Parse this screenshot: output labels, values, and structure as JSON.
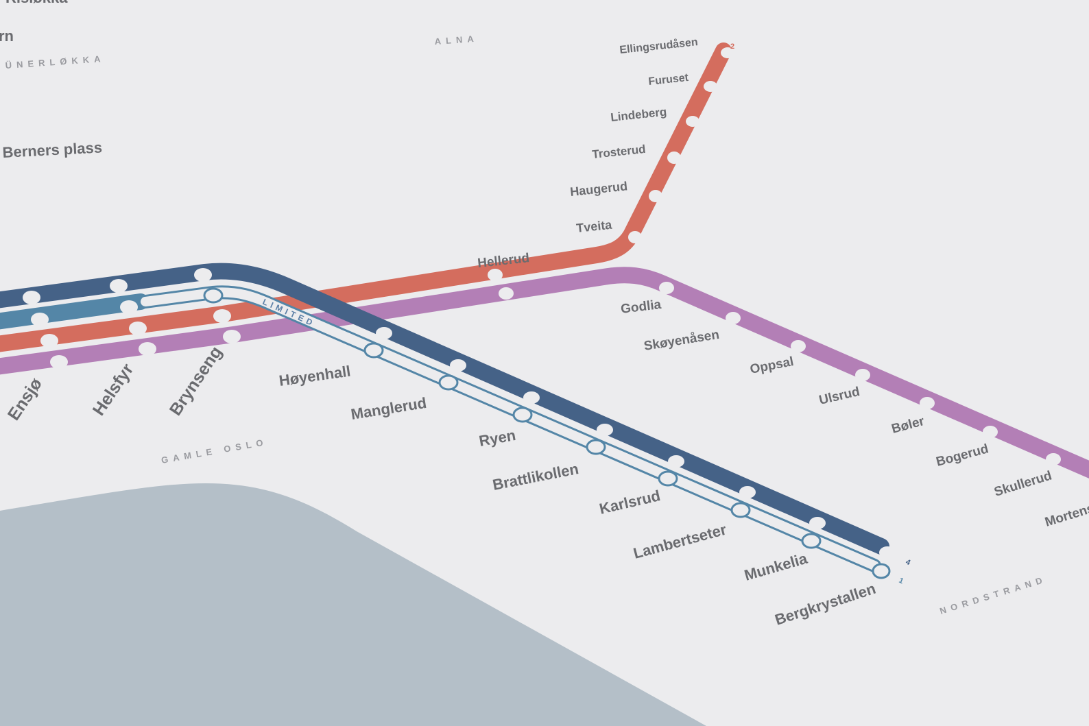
{
  "colors": {
    "background": "#ececee",
    "line_blue_dark": "#456287",
    "line_blue_light": "#5486a7",
    "line_red": "#d46d5e",
    "line_purple": "#b37fb6",
    "water": "#b4bfc8",
    "label": "#6a6b6f",
    "district": "#9a9ba0"
  },
  "districts": {
    "grunerlokka": "ÜNERLØKKA",
    "alna": "ALNA",
    "gamle_oslo": "GAMLE OSLO",
    "nordstrand": "NORDSTRAND"
  },
  "limited_label": "LIMITED",
  "line_numbers": {
    "red": "2",
    "dark_blue": "4",
    "light_blue": "1"
  },
  "top_left": {
    "risloekka": "Risløkka",
    "rn": "rn",
    "berners_plass": "Berners plass"
  },
  "trunk_stations": [
    "Ensjø",
    "Helsfyr",
    "Brynseng"
  ],
  "red_branch": [
    "Hellerud",
    "Tveita",
    "Haugerud",
    "Trosterud",
    "Lindeberg",
    "Furuset",
    "Ellingsrudåsen"
  ],
  "purple_branch": [
    "Godlia",
    "Skøyenåsen",
    "Oppsal",
    "Ulsrud",
    "Bøler",
    "Bogerud",
    "Skullerud",
    "Mortensrud"
  ],
  "blue_branch": [
    "Høyenhall",
    "Manglerud",
    "Ryen",
    "Brattlikollen",
    "Karlsrud",
    "Lambertseter",
    "Munkelia",
    "Bergkrystallen"
  ]
}
